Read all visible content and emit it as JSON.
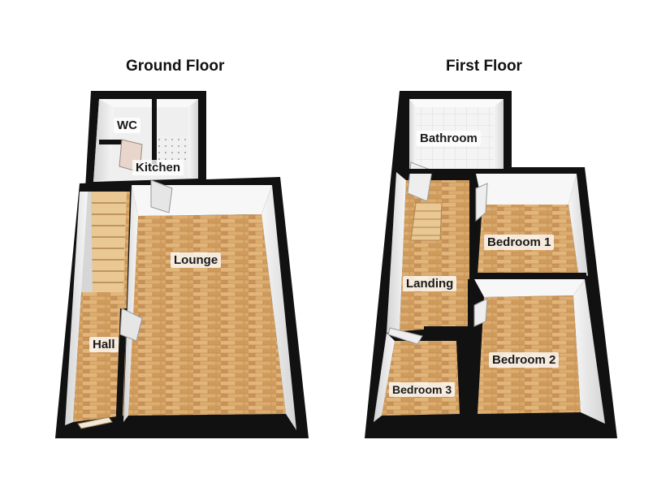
{
  "floors": {
    "ground": {
      "title": "Ground Floor",
      "rooms": {
        "wc": "WC",
        "kitchen": "Kitchen",
        "lounge": "Lounge",
        "hall": "Hall"
      }
    },
    "first": {
      "title": "First Floor",
      "rooms": {
        "bathroom": "Bathroom",
        "bedroom1": "Bedroom 1",
        "landing": "Landing",
        "bedroom2": "Bedroom 2",
        "bedroom3": "Bedroom 3"
      }
    }
  },
  "colors": {
    "wall": "#111111",
    "wall_inner": "#e9e9e9",
    "floor_wood": "#d9a96a",
    "floor_wood_dark": "#b98246",
    "floor_tile": "#efefef"
  }
}
